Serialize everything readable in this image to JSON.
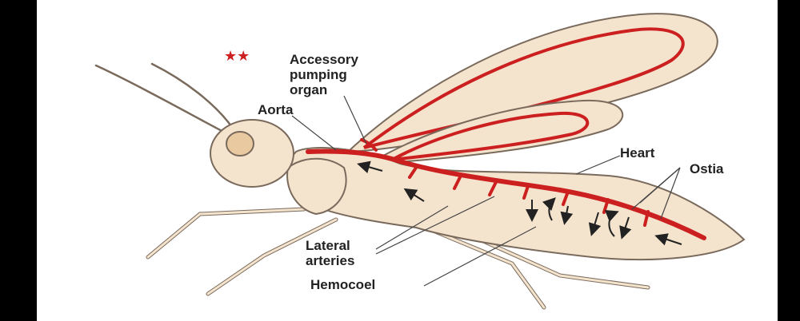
{
  "diagram": {
    "decoration": "★★",
    "labels": {
      "accessory_line1": "Accessory",
      "accessory_line2": "pumping",
      "accessory_line3": "organ",
      "aorta": "Aorta",
      "heart": "Heart",
      "ostia": "Ostia",
      "lateral_line1": "Lateral",
      "lateral_line2": "arteries",
      "hemocoel": "Hemocoel"
    },
    "colors": {
      "body_fill": "#f4e3cd",
      "outline": "#7a6a5c",
      "vessel": "#cc1f1f",
      "frame": "#000000"
    }
  }
}
